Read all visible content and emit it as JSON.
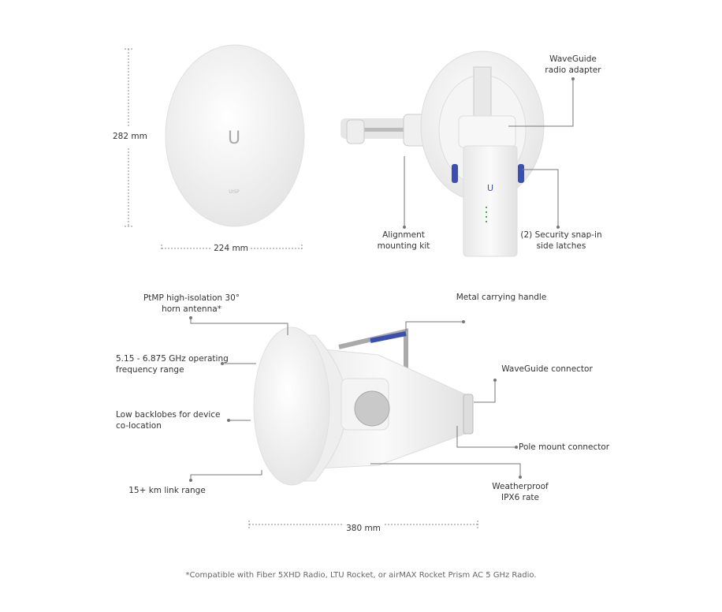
{
  "dimensions": {
    "height": "282 mm",
    "width": "224 mm",
    "length": "380 mm"
  },
  "product_markings": {
    "logo": "U",
    "brand": "UISP"
  },
  "callouts": {
    "waveguide_adapter": [
      "WaveGuide",
      "radio adapter"
    ],
    "alignment_kit": [
      "Alignment",
      "mounting kit"
    ],
    "side_latches": [
      "(2) Security snap-in",
      "side latches"
    ],
    "horn_antenna": [
      "PtMP high-isolation 30°",
      "horn antenna*"
    ],
    "frequency": [
      "5.15 - 6.875 GHz operating",
      "frequency range"
    ],
    "backlobes": [
      "Low backlobes for device",
      "co-location"
    ],
    "link_range": "15+ km link range",
    "handle": "Metal carrying handle",
    "waveguide_connector": "WaveGuide connector",
    "pole_mount": "Pole mount connector",
    "weatherproof": [
      "Weatherproof",
      "IPX6 rate"
    ]
  },
  "footnote": "*Compatible with Fiber 5XHD Radio, LTU Rocket, or airMAX Rocket Prism AC 5 GHz Radio.",
  "colors": {
    "accent": "#3a4fb0",
    "line": "#777777",
    "device": "#f2f2f2"
  }
}
